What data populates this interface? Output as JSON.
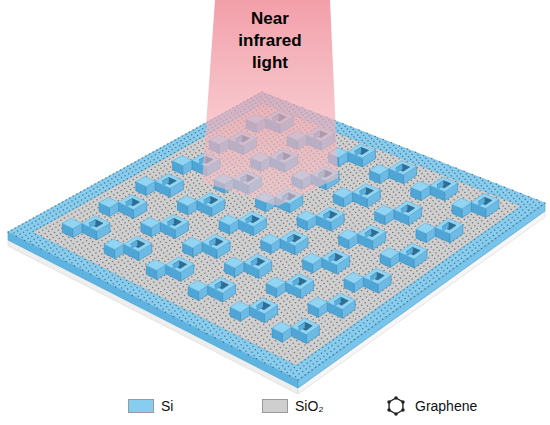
{
  "diagram": {
    "nodes": [
      {
        "text": [
          "Near infrared light"
        ]
      }
    ],
    "legend": [
      {
        "text": "Si",
        "color": "#86cdf0"
      },
      {
        "text": "SiO₂",
        "color": "#cfcfcf"
      },
      {
        "text": "Graphene"
      }
    ]
  }
}
